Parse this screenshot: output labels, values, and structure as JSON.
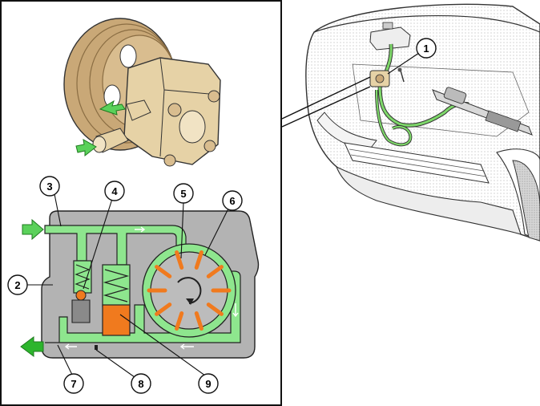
{
  "callouts": {
    "c1": "1",
    "c2": "2",
    "c3": "3",
    "c4": "4",
    "c5": "5",
    "c6": "6",
    "c7": "7",
    "c8": "8",
    "c9": "9"
  },
  "colors": {
    "frame": "#111111",
    "pump_body": "#e6d2a6",
    "pulley": "#c9a877",
    "housing": "#b3b3b3",
    "fluid": "#8ee68e",
    "fluid_dark": "#2db52d",
    "spring_chamber": "#f07a1e",
    "arrow_green": "#5ad15a",
    "car_line": "#333333",
    "car_fill": "#e8e8e8",
    "hose": "#7ed86a"
  },
  "icons": {
    "rotation": "clockwise-rotation-arrow-icon",
    "inlet": "inlet-arrow-icon",
    "outlet": "outlet-arrow-icon"
  }
}
